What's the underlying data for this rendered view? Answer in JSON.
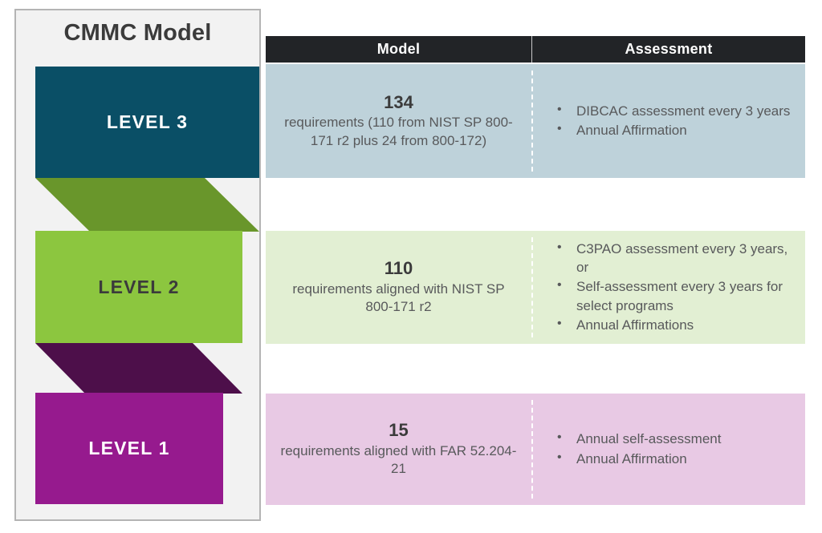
{
  "panel": {
    "title": "CMMC Model",
    "background_color": "#f2f2f2",
    "border_color": "#b4b4b4"
  },
  "table": {
    "header": {
      "model_label": "Model",
      "assessment_label": "Assessment",
      "background_color": "#222427"
    }
  },
  "levels": [
    {
      "id": "level3",
      "label": "LEVEL 3",
      "block_color": "#0a4f66",
      "block_text_color": "#ffffff",
      "row_color": "#bed2da",
      "connector_color": "#69962b",
      "model": {
        "number": "134",
        "description": "requirements (110 from NIST SP 800-171 r2 plus 24 from 800-172)"
      },
      "assessment": [
        "DIBCAC assessment every 3 years",
        "Annual Affirmation"
      ]
    },
    {
      "id": "level2",
      "label": "LEVEL 2",
      "block_color": "#8cc63f",
      "block_text_color": "#3b3b3b",
      "row_color": "#e2efd3",
      "connector_color": "#4d0f4a",
      "model": {
        "number": "110",
        "description": "requirements aligned with NIST SP 800-171 r2"
      },
      "assessment": [
        "C3PAO assessment every 3 years, or",
        "Self-assessment every 3 years for select programs",
        "Annual Affirmations"
      ]
    },
    {
      "id": "level1",
      "label": "LEVEL 1",
      "block_color": "#961a8e",
      "block_text_color": "#ffffff",
      "row_color": "#e8c9e4",
      "connector_color": null,
      "model": {
        "number": "15",
        "description": "requirements aligned with FAR 52.204-21"
      },
      "assessment": [
        "Annual self-assessment",
        "Annual Affirmation"
      ]
    }
  ]
}
